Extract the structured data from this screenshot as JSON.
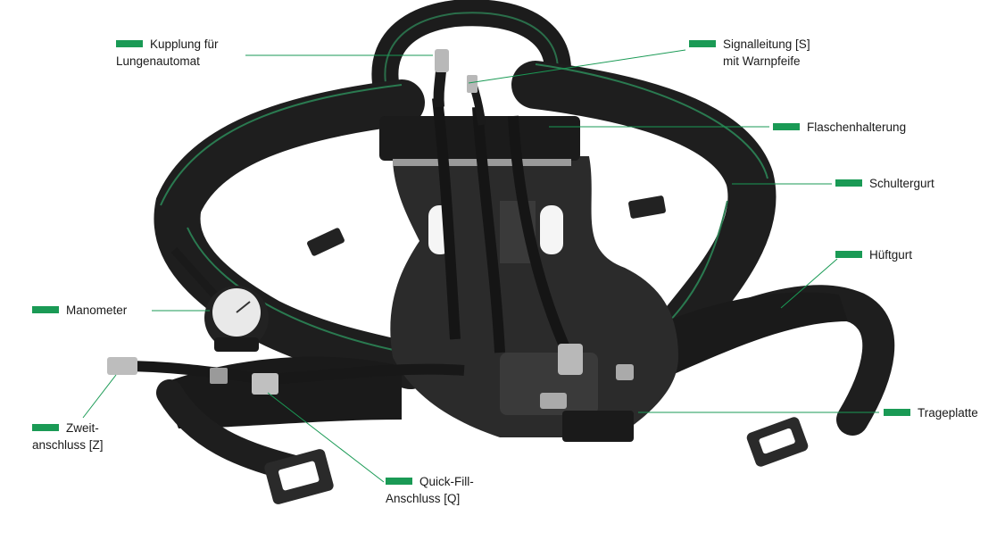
{
  "accent_color": "#1a9a55",
  "labels": {
    "kupplung": {
      "line1": "Kupplung für",
      "line2": "Lungenautomat"
    },
    "signal": {
      "line1": "Signalleitung [S]",
      "line2": "mit Warnpfeife"
    },
    "flaschen": {
      "line1": "Flaschenhalterung"
    },
    "schulter": {
      "line1": "Schultergurt"
    },
    "hueft": {
      "line1": "Hüftgurt"
    },
    "manometer": {
      "line1": "Manometer"
    },
    "zweit": {
      "line1": "Zweit-",
      "line2": "anschluss [Z]"
    },
    "quick": {
      "line1": "Quick-Fill-",
      "line2": "Anschluss [Q]"
    },
    "trage": {
      "line1": "Trageplatte"
    }
  }
}
